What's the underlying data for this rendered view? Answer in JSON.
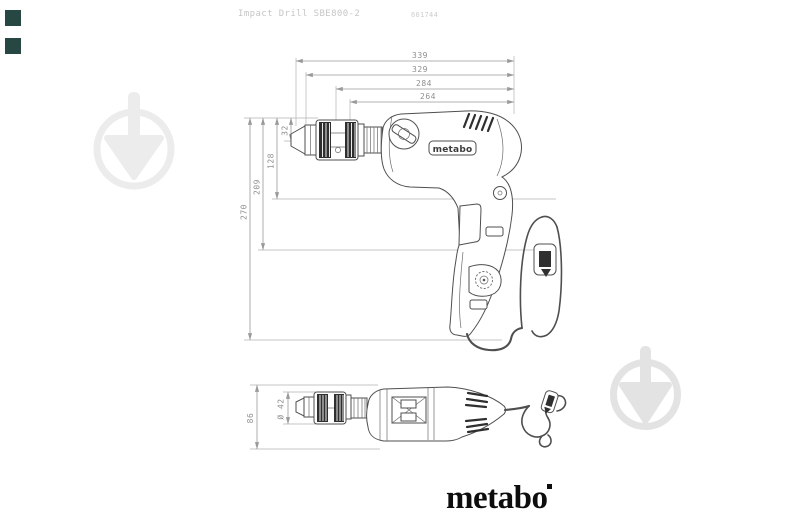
{
  "header": {
    "title": "Impact Drill SBE800-2",
    "article_number": "601744"
  },
  "brand": {
    "logo_text": "metabo",
    "body_label": "metabo"
  },
  "side_view": {
    "horizontal_dims": [
      "339",
      "329",
      "284",
      "264"
    ],
    "vertical_dims": [
      "270",
      "209",
      "128",
      "32"
    ]
  },
  "top_view": {
    "vertical_dims": [
      "86",
      "Ø 42"
    ]
  },
  "watermarks": {
    "square_color": "#274842",
    "badge_color_left": "#ececec",
    "badge_color_right": "#e3e3e3"
  },
  "colors": {
    "drawing_line": "#4f4f4f",
    "detail_dark": "#2f2f2f",
    "dimension_line": "#9a9a9a",
    "dimension_text": "#8f8f8f",
    "header_text": "#c6c6c6",
    "logo_text": "#0d0d0d"
  }
}
